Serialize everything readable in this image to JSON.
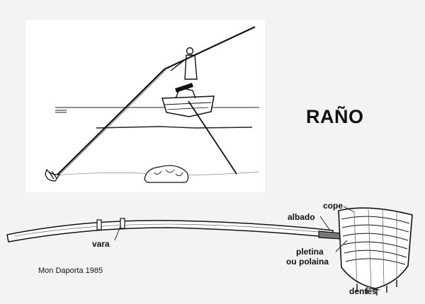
{
  "title": "RAÑO",
  "credit": "Mon Daporta 1985",
  "labels": {
    "vara": "vara",
    "cope": "cope",
    "albado": "albado",
    "pletina_line1": "pletina",
    "pletina_line2": "ou polaina",
    "dentes": "dentes"
  }
}
